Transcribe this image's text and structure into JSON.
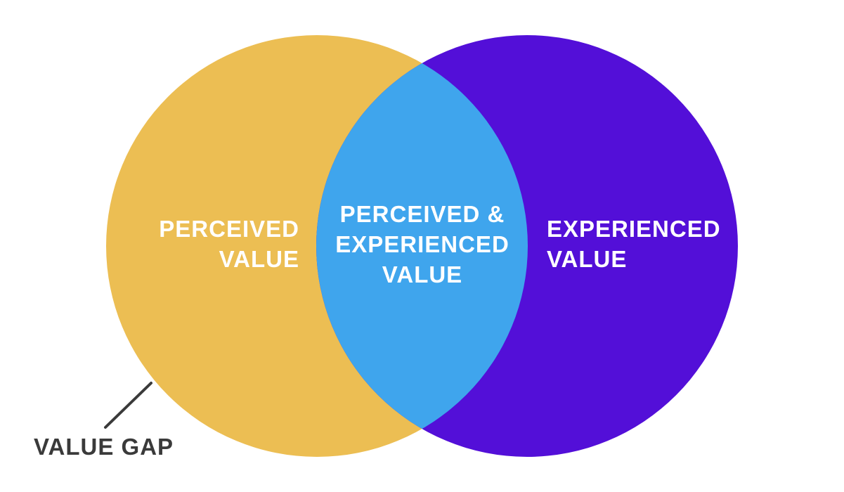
{
  "colors": {
    "perceived": "#ECBE53",
    "experienced": "#530FD8",
    "overlap": "#3FA5ED",
    "label_text": "#FFFFFF",
    "callout_text": "#3A3A3A",
    "callout_line": "#3A3A3A"
  },
  "diagram": {
    "perceived_label": [
      "PERCEIVED",
      "VALUE"
    ],
    "overlap_label": [
      "PERCEIVED &",
      "EXPERIENCED",
      "VALUE"
    ],
    "experienced_label": [
      "EXPERIENCED",
      "VALUE"
    ],
    "callout_label": "VALUE GAP"
  }
}
